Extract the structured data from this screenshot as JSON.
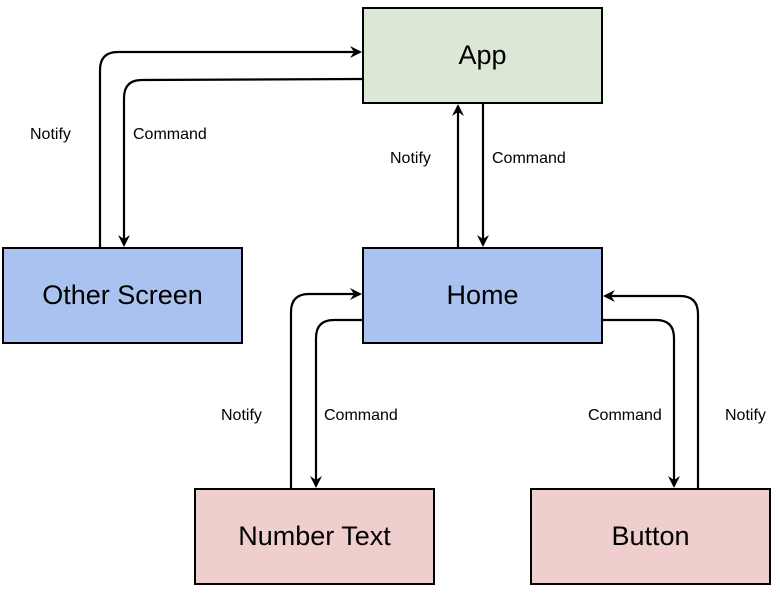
{
  "nodes": {
    "app": {
      "label": "App",
      "fill": "#dae8d5"
    },
    "other_screen": {
      "label": "Other Screen",
      "fill": "#a9c2ef"
    },
    "home": {
      "label": "Home",
      "fill": "#a9c2ef"
    },
    "number_text": {
      "label": "Number Text",
      "fill": "#efcfcd"
    },
    "button": {
      "label": "Button",
      "fill": "#efcfcd"
    }
  },
  "edges": {
    "other_app_notify": "Notify",
    "app_other_command": "Command",
    "home_app_notify": "Notify",
    "app_home_command": "Command",
    "number_home_notify": "Notify",
    "home_number_command": "Command",
    "home_button_command": "Command",
    "button_home_notify": "Notify"
  }
}
